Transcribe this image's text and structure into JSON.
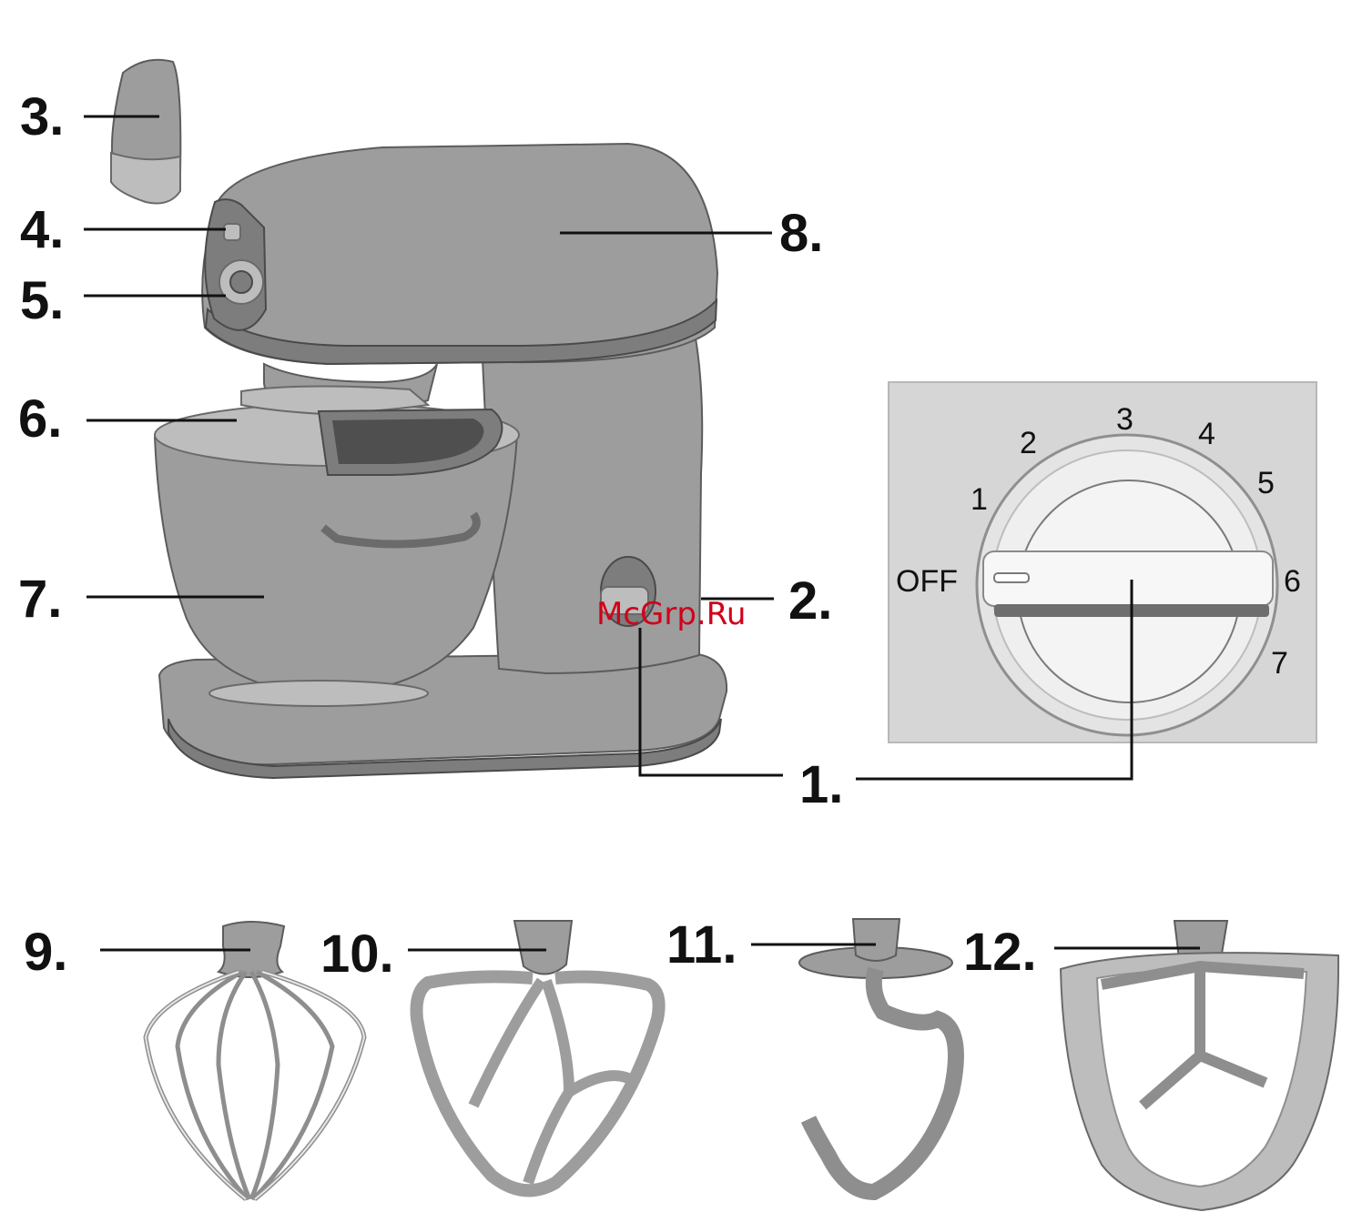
{
  "callouts": {
    "c1": "1.",
    "c2": "2.",
    "c3": "3.",
    "c4": "4.",
    "c5": "5.",
    "c6": "6.",
    "c7": "7.",
    "c8": "8.",
    "c9": "9.",
    "c10": "10.",
    "c11": "11.",
    "c12": "12."
  },
  "dial": {
    "off": "OFF",
    "s1": "1",
    "s2": "2",
    "s3": "3",
    "s4": "4",
    "s5": "5",
    "s6": "6",
    "s7": "7"
  },
  "watermark": "McGrp.Ru",
  "colors": {
    "body": "#9d9d9d",
    "outline": "#5c5c5c",
    "dial_panel": "#d6d6d6",
    "watermark": "#d0021b"
  }
}
